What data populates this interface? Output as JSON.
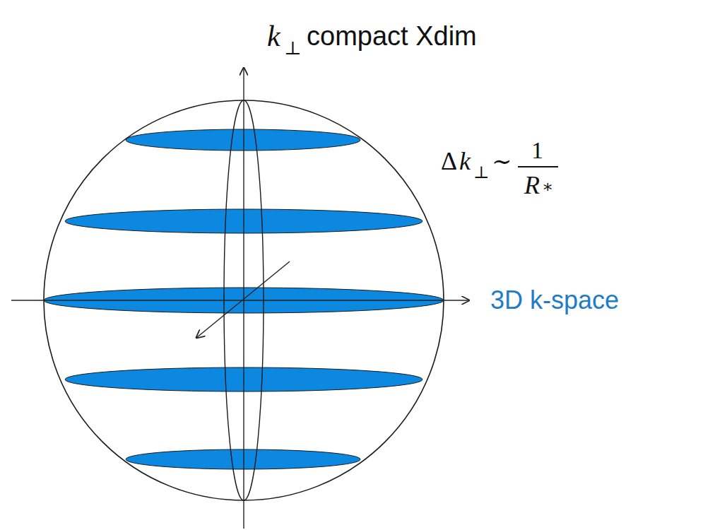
{
  "diagram": {
    "labels": [
      "k",
      "⊥",
      "compact Xdim",
      "Δ",
      "k",
      "⊥",
      "∼",
      "1",
      "R",
      "∗",
      "3D k-space"
    ]
  }
}
